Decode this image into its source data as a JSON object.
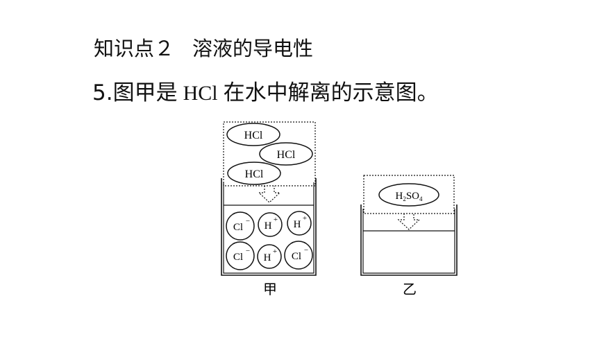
{
  "heading": {
    "label": "知识点２",
    "topic": "溶液的导电性"
  },
  "question": {
    "number": "5.",
    "text_before": "图甲是",
    "formula": "HCl",
    "text_after": "在水中解离的示意图。"
  },
  "figure_jia": {
    "molecules": [
      "HCl",
      "HCl",
      "HCl"
    ],
    "ions_row1": [
      {
        "symbol": "Cl",
        "charge": "−"
      },
      {
        "symbol": "H",
        "charge": "+"
      },
      {
        "symbol": "H",
        "charge": "+"
      }
    ],
    "ions_row2": [
      {
        "symbol": "Cl",
        "charge": "−"
      },
      {
        "symbol": "H",
        "charge": "+"
      },
      {
        "symbol": "Cl",
        "charge": "−"
      }
    ],
    "caption": "甲"
  },
  "figure_yi": {
    "molecule": {
      "h": "H",
      "h_sub": "2",
      "s": "SO",
      "o_sub": "4"
    },
    "caption": "乙"
  }
}
